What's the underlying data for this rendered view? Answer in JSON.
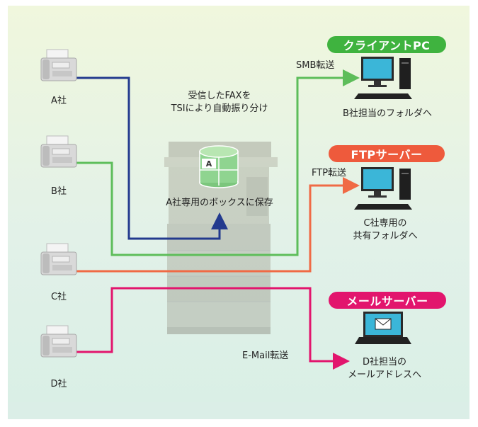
{
  "senders": [
    {
      "label": "A社",
      "icon": "fax-machine-icon"
    },
    {
      "label": "B社",
      "icon": "fax-machine-icon"
    },
    {
      "label": "C社",
      "icon": "fax-machine-icon"
    },
    {
      "label": "D社",
      "icon": "fax-machine-icon"
    }
  ],
  "center": {
    "caption_line1": "受信したFAXを",
    "caption_line2": "TSIにより自動振り分け",
    "box_label": "A社専用のボックスに保存",
    "box_tag": "A",
    "device_icon": "multifunction-printer-icon",
    "db_icon": "storage-box-icon"
  },
  "destinations": [
    {
      "badge": "クライアントPC",
      "badge_color": "#3fb33f",
      "transfer": "SMB転送",
      "desc_line1": "B社担当のフォルダへ",
      "desc_line2": "",
      "icon": "desktop-pc-icon"
    },
    {
      "badge": "FTPサーバー",
      "badge_color": "#ee5a3c",
      "transfer": "FTP転送",
      "desc_line1": "C社専用の",
      "desc_line2": "共有フォルダへ",
      "icon": "desktop-pc-icon"
    },
    {
      "badge": "メールサーバー",
      "badge_color": "#e2156d",
      "transfer": "E-Mail転送",
      "desc_line1": "D社担当の",
      "desc_line2": "メールアドレスへ",
      "icon": "laptop-mail-icon"
    }
  ],
  "colors": {
    "a_route": "#233a8e",
    "b_route": "#5dbd5a",
    "c_route": "#f06a45",
    "d_route": "#e2156d"
  }
}
